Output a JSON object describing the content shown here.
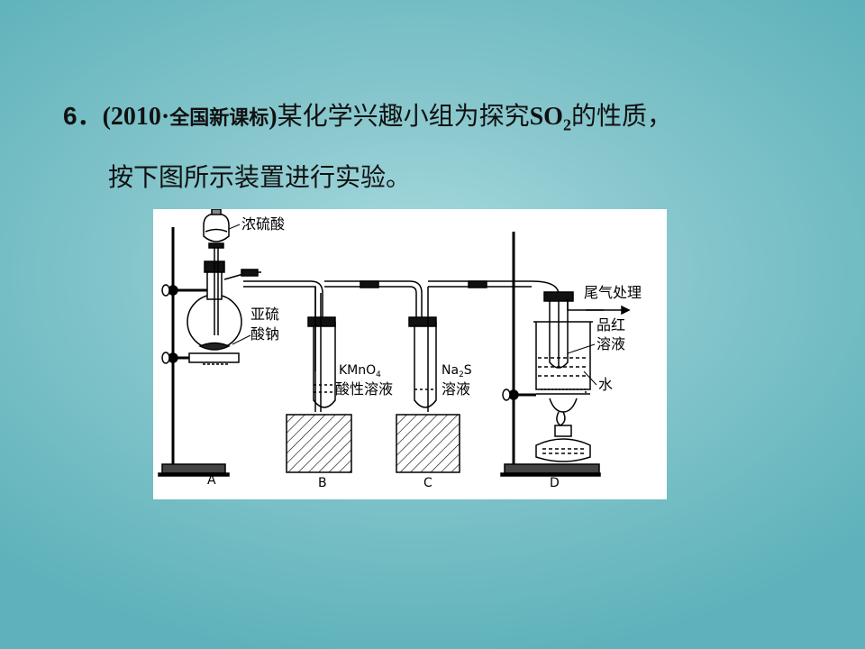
{
  "question": {
    "number": "6．",
    "source_open": "(2010",
    "source_dot": "·",
    "source_name": "全国新课标",
    "source_close": ")",
    "text_a": "某化学兴趣小组为探究",
    "formula_main": "SO",
    "formula_sub": "2",
    "text_b": "的性质，",
    "line2": "按下图所示装置进行实验。"
  },
  "figure": {
    "labels": {
      "conc_acid": "浓硫酸",
      "sulfite_1": "亚硫",
      "sulfite_2": "酸钠",
      "kmno4_formula": "KMnO",
      "kmno4_sub": "4",
      "kmno4_desc": "酸性溶液",
      "na2s_a": "Na",
      "na2s_sub": "2",
      "na2s_b": "S",
      "na2s_desc": "溶液",
      "tail_gas": "尾气处理",
      "pinhong_1": "品红",
      "pinhong_2": "溶液",
      "water": "水"
    },
    "apparatus": [
      "A",
      "B",
      "C",
      "D"
    ]
  }
}
